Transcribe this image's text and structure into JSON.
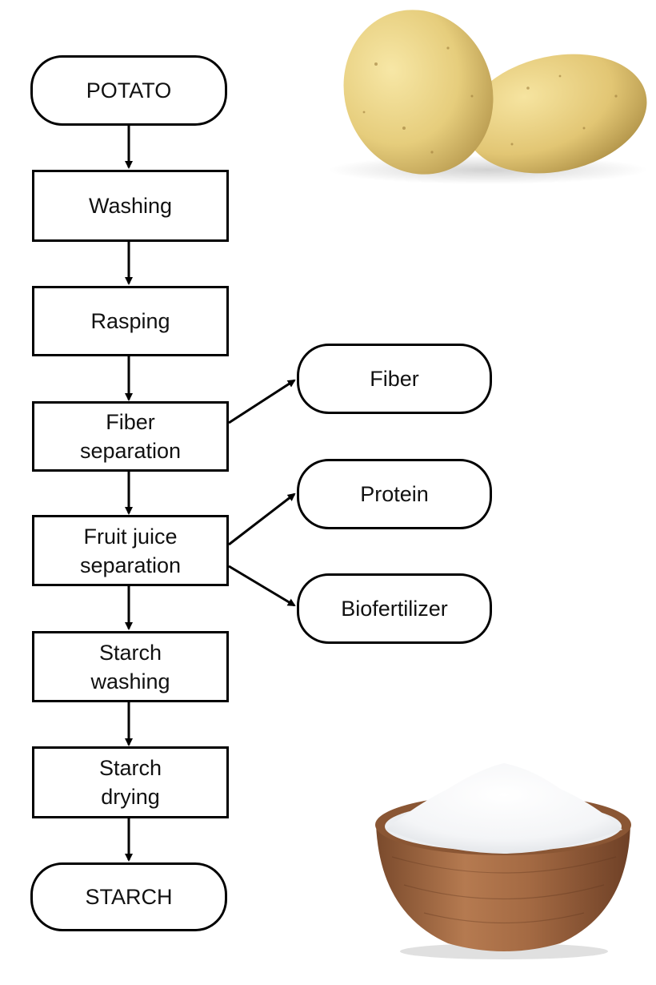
{
  "flow": {
    "main": [
      "POTATO",
      "Washing",
      "Rasping",
      "Fiber\nseparation",
      "Fruit juice\nseparation",
      "Starch\nwashing",
      "Starch\ndrying",
      "STARCH"
    ],
    "byproducts": [
      "Fiber",
      "Protein",
      "Biofertilizer"
    ]
  },
  "images": {
    "potato": "potato-photo",
    "starch": "starch-bowl-photo"
  }
}
